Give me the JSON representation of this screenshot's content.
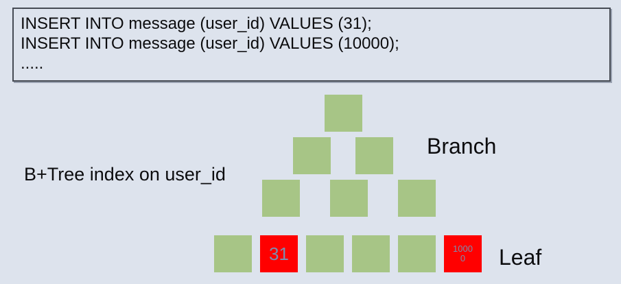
{
  "sql_box": {
    "lines": [
      "INSERT INTO message (user_id) VALUES (31);",
      "INSERT INTO message (user_id) VALUES (10000);",
      "....."
    ]
  },
  "labels": {
    "index": "B+Tree index on user_id",
    "branch": "Branch",
    "leaf": "Leaf"
  },
  "tree": {
    "levels": [
      {
        "role": "root",
        "nodes": [
          {
            "type": "branch"
          }
        ]
      },
      {
        "role": "branch",
        "nodes": [
          {
            "type": "branch"
          },
          {
            "type": "branch"
          }
        ]
      },
      {
        "role": "branch",
        "nodes": [
          {
            "type": "branch"
          },
          {
            "type": "branch"
          },
          {
            "type": "branch"
          }
        ]
      },
      {
        "role": "leaf",
        "nodes": [
          {
            "type": "leaf"
          },
          {
            "type": "leaf-highlight",
            "value": "31"
          },
          {
            "type": "leaf"
          },
          {
            "type": "leaf"
          },
          {
            "type": "leaf"
          },
          {
            "type": "leaf-highlight",
            "value": "10000"
          }
        ]
      }
    ]
  },
  "colors": {
    "background": "#dde3ed",
    "node_green": "#a7c586",
    "node_red": "#ff0000",
    "node_red_text": "#7a8eb0"
  }
}
